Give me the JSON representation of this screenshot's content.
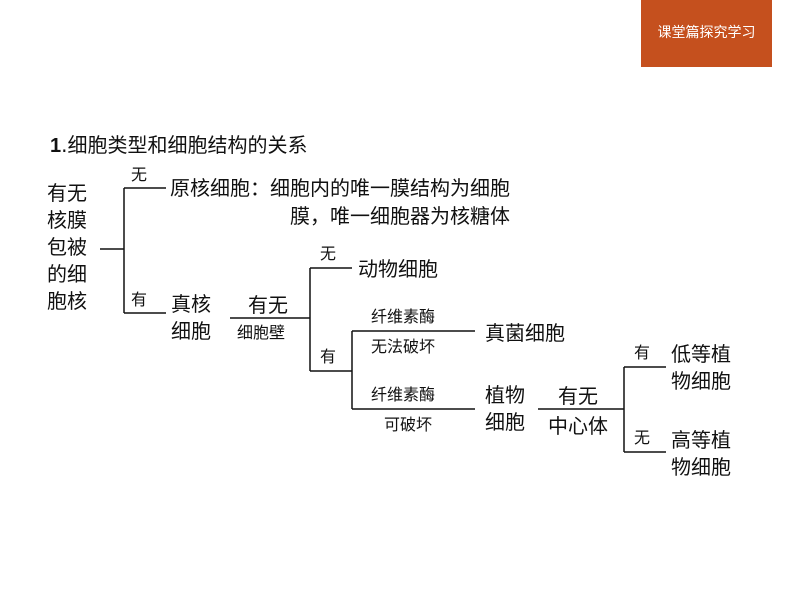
{
  "header": {
    "badge": "课堂篇探究学习"
  },
  "section": {
    "number": "1",
    "title": "细胞类型和细胞结构的关系"
  },
  "diagram": {
    "root": [
      "有无",
      "核膜",
      "包被",
      "的细",
      "胞核"
    ],
    "branch_none": "无",
    "branch_has": "有",
    "prokaryote": {
      "line1": "原核细胞：细胞内的唯一膜结构为细胞",
      "line2": "膜，唯一细胞器为核糖体"
    },
    "eukaryote": [
      "真核",
      "细胞"
    ],
    "cell_wall": {
      "top": "有无",
      "bottom": "细胞壁"
    },
    "wall_none": "无",
    "animal": "动物细胞",
    "wall_has": "有",
    "fungi_edge": {
      "top": "纤维素酶",
      "bottom": "无法破坏"
    },
    "fungi": "真菌细胞",
    "plant_edge": {
      "top": "纤维素酶",
      "bottom": "可破坏"
    },
    "plant": [
      "植物",
      "细胞"
    ],
    "centrosome": {
      "top": "有无",
      "bottom": "中心体"
    },
    "centrosome_has": "有",
    "lower_plant": [
      "低等植",
      "物细胞"
    ],
    "centrosome_none": "无",
    "higher_plant": [
      "高等植",
      "物细胞"
    ]
  }
}
